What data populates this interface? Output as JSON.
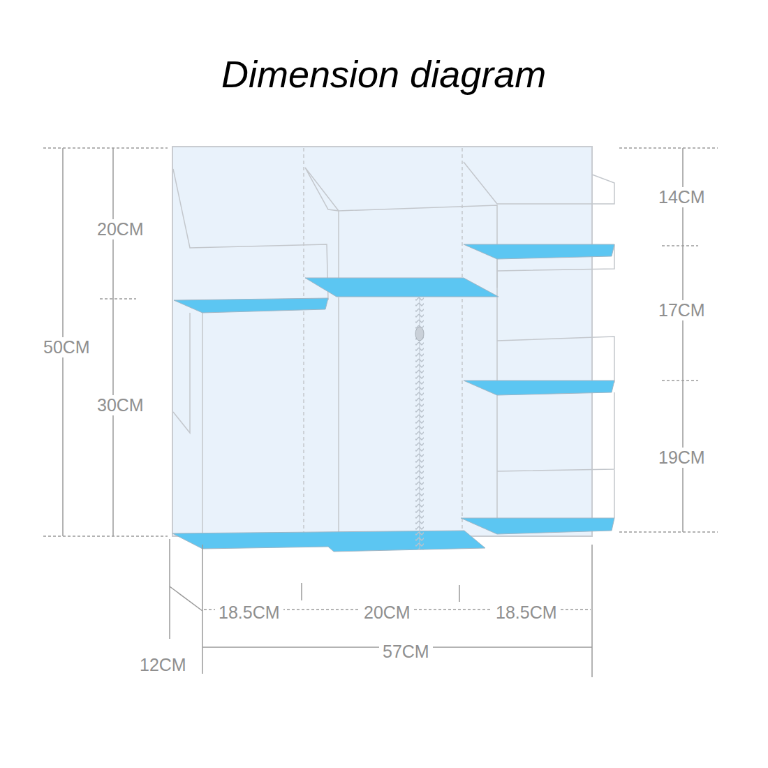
{
  "diagram": {
    "title": "Dimension diagram",
    "labels": [
      "20CM",
      "30CM",
      "50CM",
      "14CM",
      "17CM",
      "19CM",
      "18.5CM",
      "20CM",
      "18.5CM",
      "57CM",
      "12CM"
    ]
  }
}
